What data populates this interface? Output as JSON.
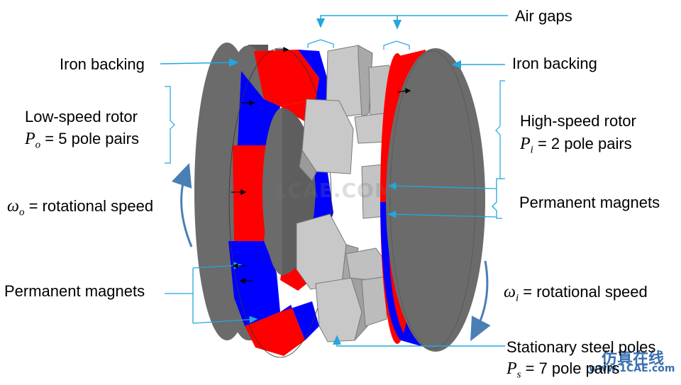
{
  "labels": {
    "air_gaps": "Air gaps",
    "iron_backing_left": "Iron backing",
    "iron_backing_right": "Iron backing",
    "low_speed_rotor": "Low-speed rotor",
    "low_speed_pole_sym": "P",
    "low_speed_pole_sub": "o",
    "low_speed_pole_text": " = 5 pole pairs",
    "high_speed_rotor": "High-speed rotor",
    "high_speed_pole_sym": "P",
    "high_speed_pole_sub": "i",
    "high_speed_pole_text": " = 2 pole pairs",
    "omega_o_sym": "ω",
    "omega_o_sub": "o",
    "omega_o_text": " = rotational speed",
    "omega_i_sym": "ω",
    "omega_i_sub": "i",
    "omega_i_text": " = rotational speed",
    "pm_left": "Permanent magnets",
    "pm_right": "Permanent magnets",
    "stationary_poles": "Stationary steel poles",
    "stationary_pole_sym": "P",
    "stationary_pole_sub": "s",
    "stationary_pole_text": " = 7 pole pairs"
  },
  "watermarks": {
    "center": "1CAE.COM",
    "corner_cn": "仿真在线",
    "corner_url": "www.1CAE.com"
  },
  "colors": {
    "iron": "#6b6b6b",
    "magnet_red": "#ff0000",
    "magnet_blue": "#0000ff",
    "steel_pole": "#c8c8c8",
    "leader": "#22a7e0",
    "rotation_arrow": "#4a7fb5"
  }
}
